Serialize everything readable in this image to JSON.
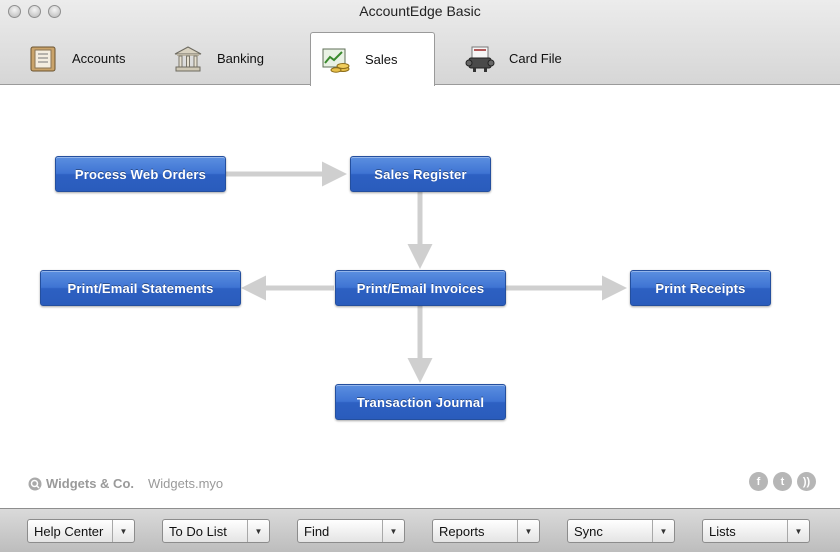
{
  "window": {
    "title": "AccountEdge Basic"
  },
  "tabs": [
    {
      "label": "Accounts",
      "icon": "ledger-icon",
      "active": false
    },
    {
      "label": "Banking",
      "icon": "bank-icon",
      "active": false
    },
    {
      "label": "Sales",
      "icon": "sales-chart-icon",
      "active": true
    },
    {
      "label": "Card File",
      "icon": "rolodex-icon",
      "active": false
    }
  ],
  "flow": {
    "process_web_orders": "Process Web Orders",
    "sales_register": "Sales Register",
    "print_email_statements": "Print/Email Statements",
    "print_email_invoices": "Print/Email Invoices",
    "print_receipts": "Print Receipts",
    "transaction_journal": "Transaction Journal"
  },
  "company": {
    "name": "Widgets & Co.",
    "file": "Widgets.myo"
  },
  "social": [
    "facebook-icon",
    "twitter-icon",
    "rss-icon"
  ],
  "bottom": [
    "Help Center",
    "To Do List",
    "Find",
    "Reports",
    "Sync",
    "Lists"
  ],
  "colors": {
    "button_blue": "#3f74d3",
    "arrow_gray": "#cfcfcf"
  }
}
